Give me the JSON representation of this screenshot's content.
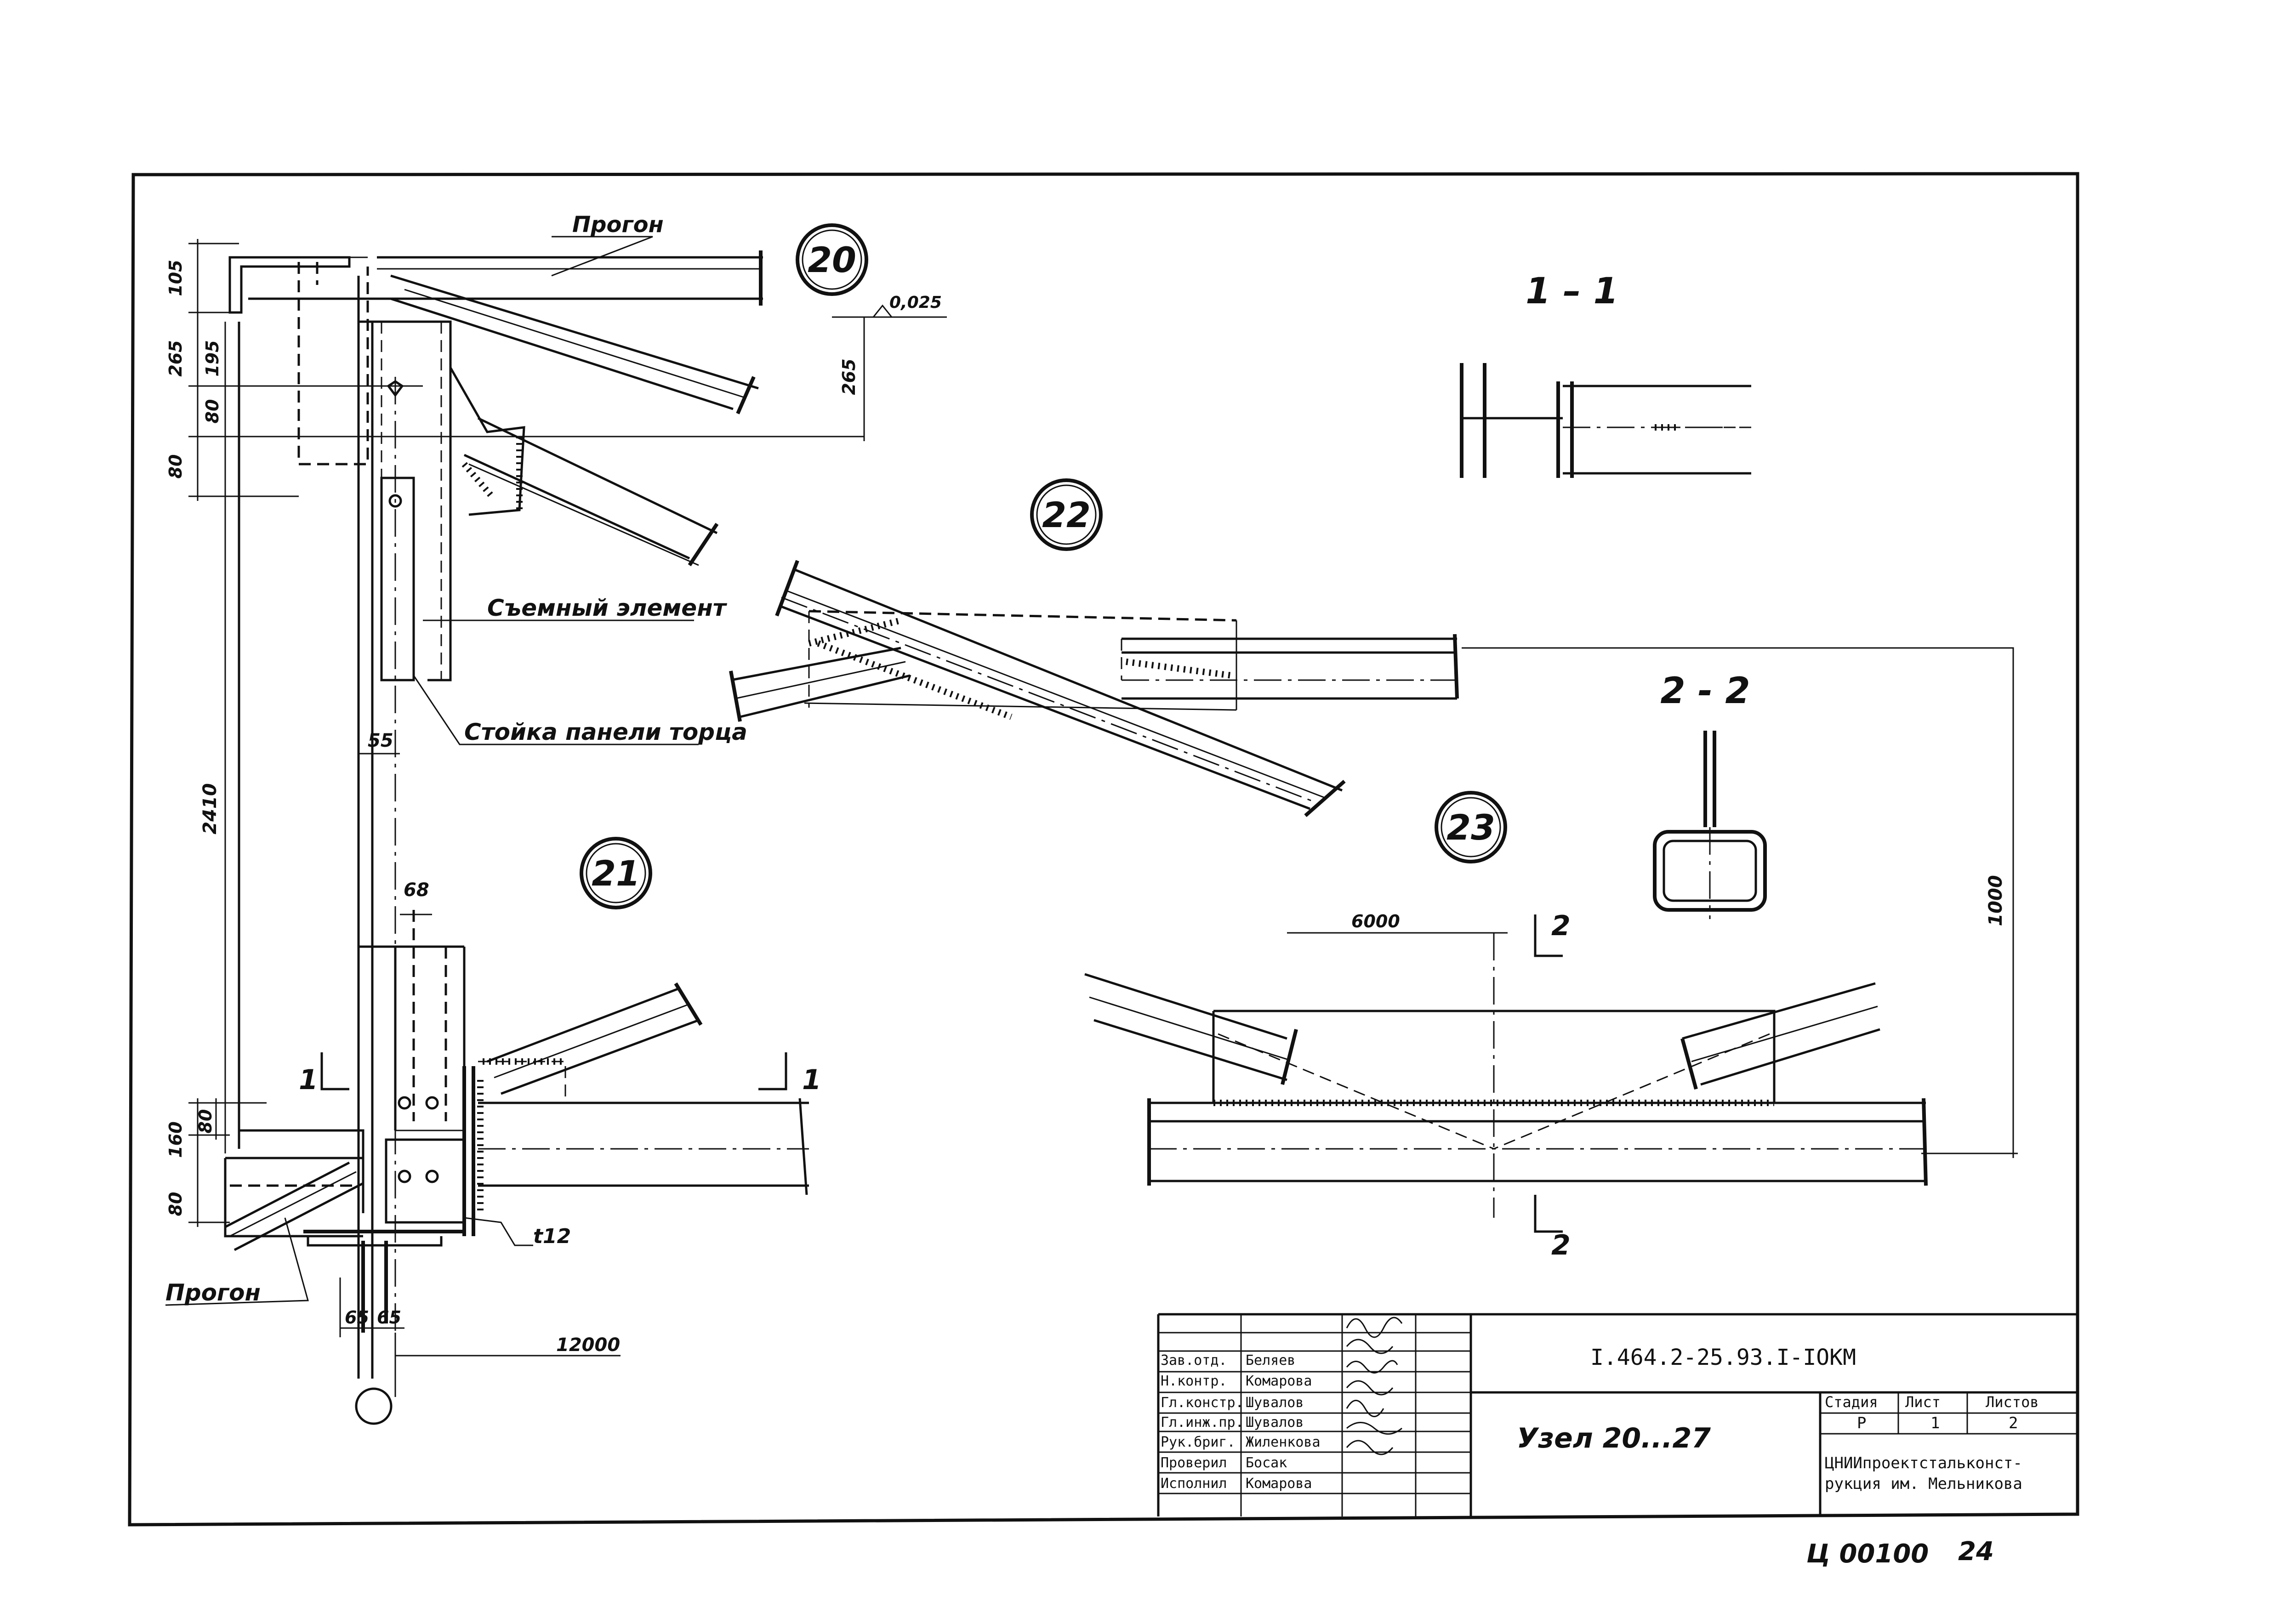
{
  "details": {
    "d20": "20",
    "d21": "21",
    "d22": "22",
    "d23": "23"
  },
  "sections": {
    "s11": "1 – 1",
    "s22": "2 - 2",
    "mark1": "1",
    "mark2": "2"
  },
  "labels": {
    "progon_top": "Прогон",
    "progon_bottom": "Прогон",
    "removable": "Съемный элемент",
    "post": "Стойка панели торца",
    "elev": "0,025",
    "plate": "t12"
  },
  "dims": {
    "d105": "105",
    "d265a": "265",
    "d195": "195",
    "d80a": "80",
    "d80b": "80",
    "d265b": "265",
    "d2410": "2410",
    "d55": "55",
    "d68": "68",
    "d160": "160",
    "d80c": "80",
    "d80d": "80",
    "d65a": "65",
    "d65b": "65",
    "d12000": "12000",
    "d6000": "6000",
    "d1000": "1000"
  },
  "title_block": {
    "doc_code": "I.464.2-25.93.I-IOKM",
    "title": "Узел 20...27",
    "stage_h": "Стадия",
    "sheet_h": "Лист",
    "sheets_h": "Листов",
    "stage": "Р",
    "sheet": "1",
    "sheets": "2",
    "org_line1": "ЦНИИпроектстальконст-",
    "org_line2": "рукция им. Мельникова",
    "rows": [
      {
        "role": "Зав.отд.",
        "name": "Беляев"
      },
      {
        "role": "Н.контр.",
        "name": "Комарова"
      },
      {
        "role": "Гл.констр.",
        "name": "Шувалов"
      },
      {
        "role": "Гл.инж.пр.",
        "name": "Шувалов"
      },
      {
        "role": "Рук.бриг.",
        "name": "Жиленкова"
      },
      {
        "role": "Проверил",
        "name": "Босак"
      },
      {
        "role": "Исполнил",
        "name": "Комарова"
      }
    ]
  },
  "footer": {
    "archive": "Ц 00100",
    "page": "24"
  }
}
